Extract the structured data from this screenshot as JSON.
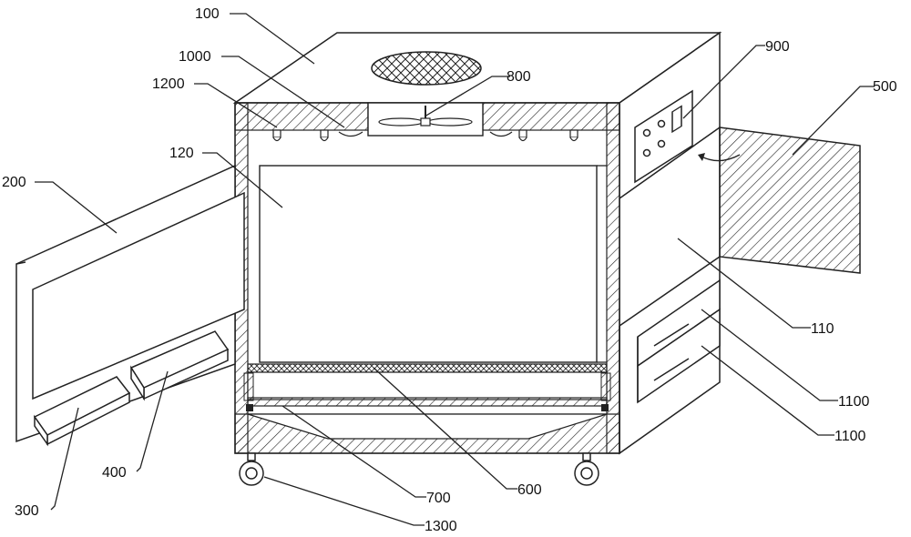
{
  "labels": {
    "l100": "100",
    "l1000": "1000",
    "l800": "800",
    "l900": "900",
    "l500": "500",
    "l1200": "1200",
    "l120": "120",
    "l200": "200",
    "l110": "110",
    "l1100a": "1100",
    "l1100b": "1100",
    "l300": "300",
    "l400": "400",
    "l700": "700",
    "l600": "600",
    "l1300": "1300"
  }
}
